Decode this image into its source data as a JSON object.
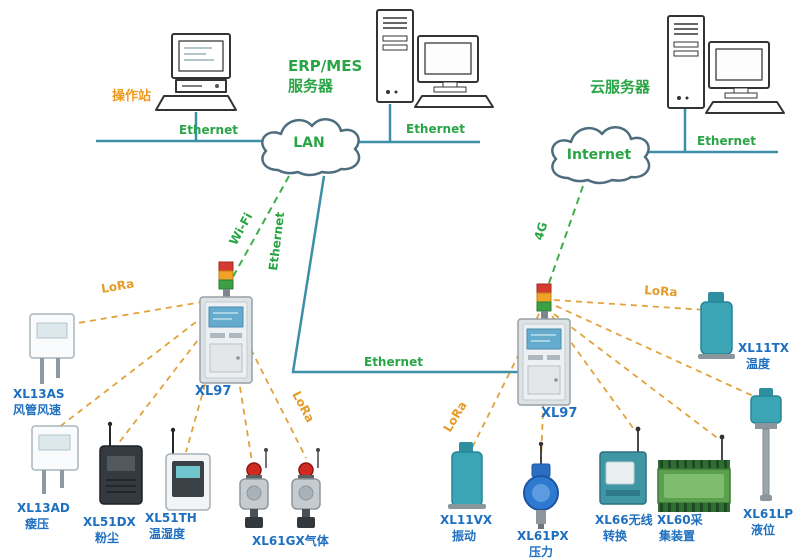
{
  "colors": {
    "ethernet_line": "#3d8fa8",
    "wireless_label_green": "#2aa546",
    "lora_orange": "#e2a23b",
    "device_label_blue": "#1e6fc0",
    "station_label_orange": "#ef9a1e"
  },
  "network": {
    "operator_station": "操作站",
    "erp_server_line1": "ERP/MES",
    "erp_server_line2": "服务器",
    "cloud_server": "云服务器",
    "lan": "LAN",
    "internet": "Internet"
  },
  "links": {
    "ethernet": "Ethernet",
    "wifi": "Wi-Fi",
    "cellular_4g": "4G",
    "lora": "LoRa"
  },
  "gateways": {
    "left": "XL97",
    "right": "XL97"
  },
  "sensors": {
    "xl13as": {
      "line1": "XL13AS",
      "line2": "风管风速"
    },
    "xl13ad": {
      "line1": "XL13AD",
      "line2": "瘘压"
    },
    "xl51dx": {
      "line1": "XL51DX",
      "line2": "粉尘"
    },
    "xl51th": {
      "line1": "XL51TH",
      "line2": "温湿度"
    },
    "xl61gx": {
      "line1": "XL61GX气体",
      "line2": ""
    },
    "xl11tx": {
      "line1": "XL11TX",
      "line2": "温度"
    },
    "xl11vx": {
      "line1": "XL11VX",
      "line2": "振动"
    },
    "xl61px": {
      "line1": "XL61PX",
      "line2": "压力"
    },
    "xl66": {
      "line1": "XL66无线",
      "line2": "转换"
    },
    "xl60": {
      "line1": "XL60采",
      "line2": "集装置"
    },
    "xl61lp": {
      "line1": "XL61LP",
      "line2": "液位"
    }
  }
}
